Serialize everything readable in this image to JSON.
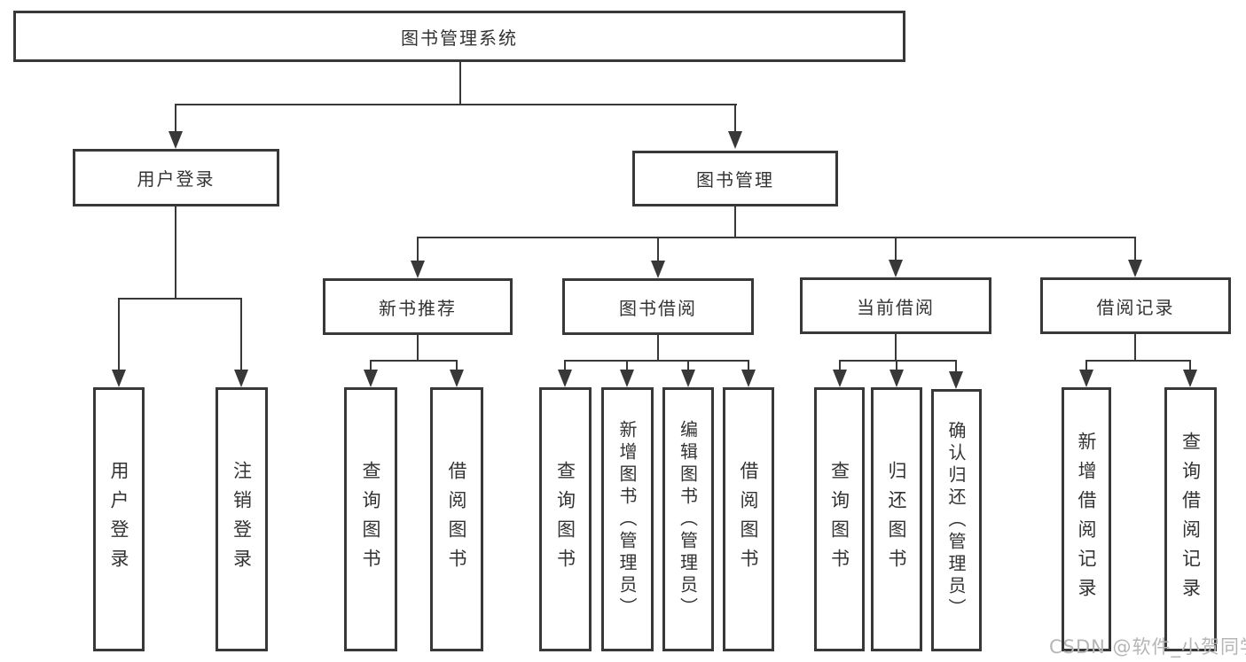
{
  "diagram": {
    "title": "图书管理系统",
    "tree": {
      "label": "图书管理系统",
      "children": [
        {
          "label": "用户登录",
          "children": [
            {
              "label": "用户登录"
            },
            {
              "label": "注销登录"
            }
          ]
        },
        {
          "label": "图书管理",
          "children": [
            {
              "label": "新书推荐",
              "children": [
                {
                  "label": "查询图书"
                },
                {
                  "label": "借阅图书"
                }
              ]
            },
            {
              "label": "图书借阅",
              "children": [
                {
                  "label": "查询图书"
                },
                {
                  "label": "新增图书（管理员）"
                },
                {
                  "label": "编辑图书（管理员）"
                },
                {
                  "label": "借阅图书"
                }
              ]
            },
            {
              "label": "当前借阅",
              "children": [
                {
                  "label": "查询图书"
                },
                {
                  "label": "归还图书"
                },
                {
                  "label": "确认归还（管理员）"
                }
              ]
            },
            {
              "label": "借阅记录",
              "children": [
                {
                  "label": "新增借阅记录"
                },
                {
                  "label": "查询借阅记录"
                }
              ]
            }
          ]
        }
      ]
    },
    "watermark": "CSDN @软件_小贺同学",
    "colors": {
      "line": "#383838",
      "text": "#333333",
      "background": "#ffffff",
      "watermark": "#b5b5b5"
    }
  }
}
